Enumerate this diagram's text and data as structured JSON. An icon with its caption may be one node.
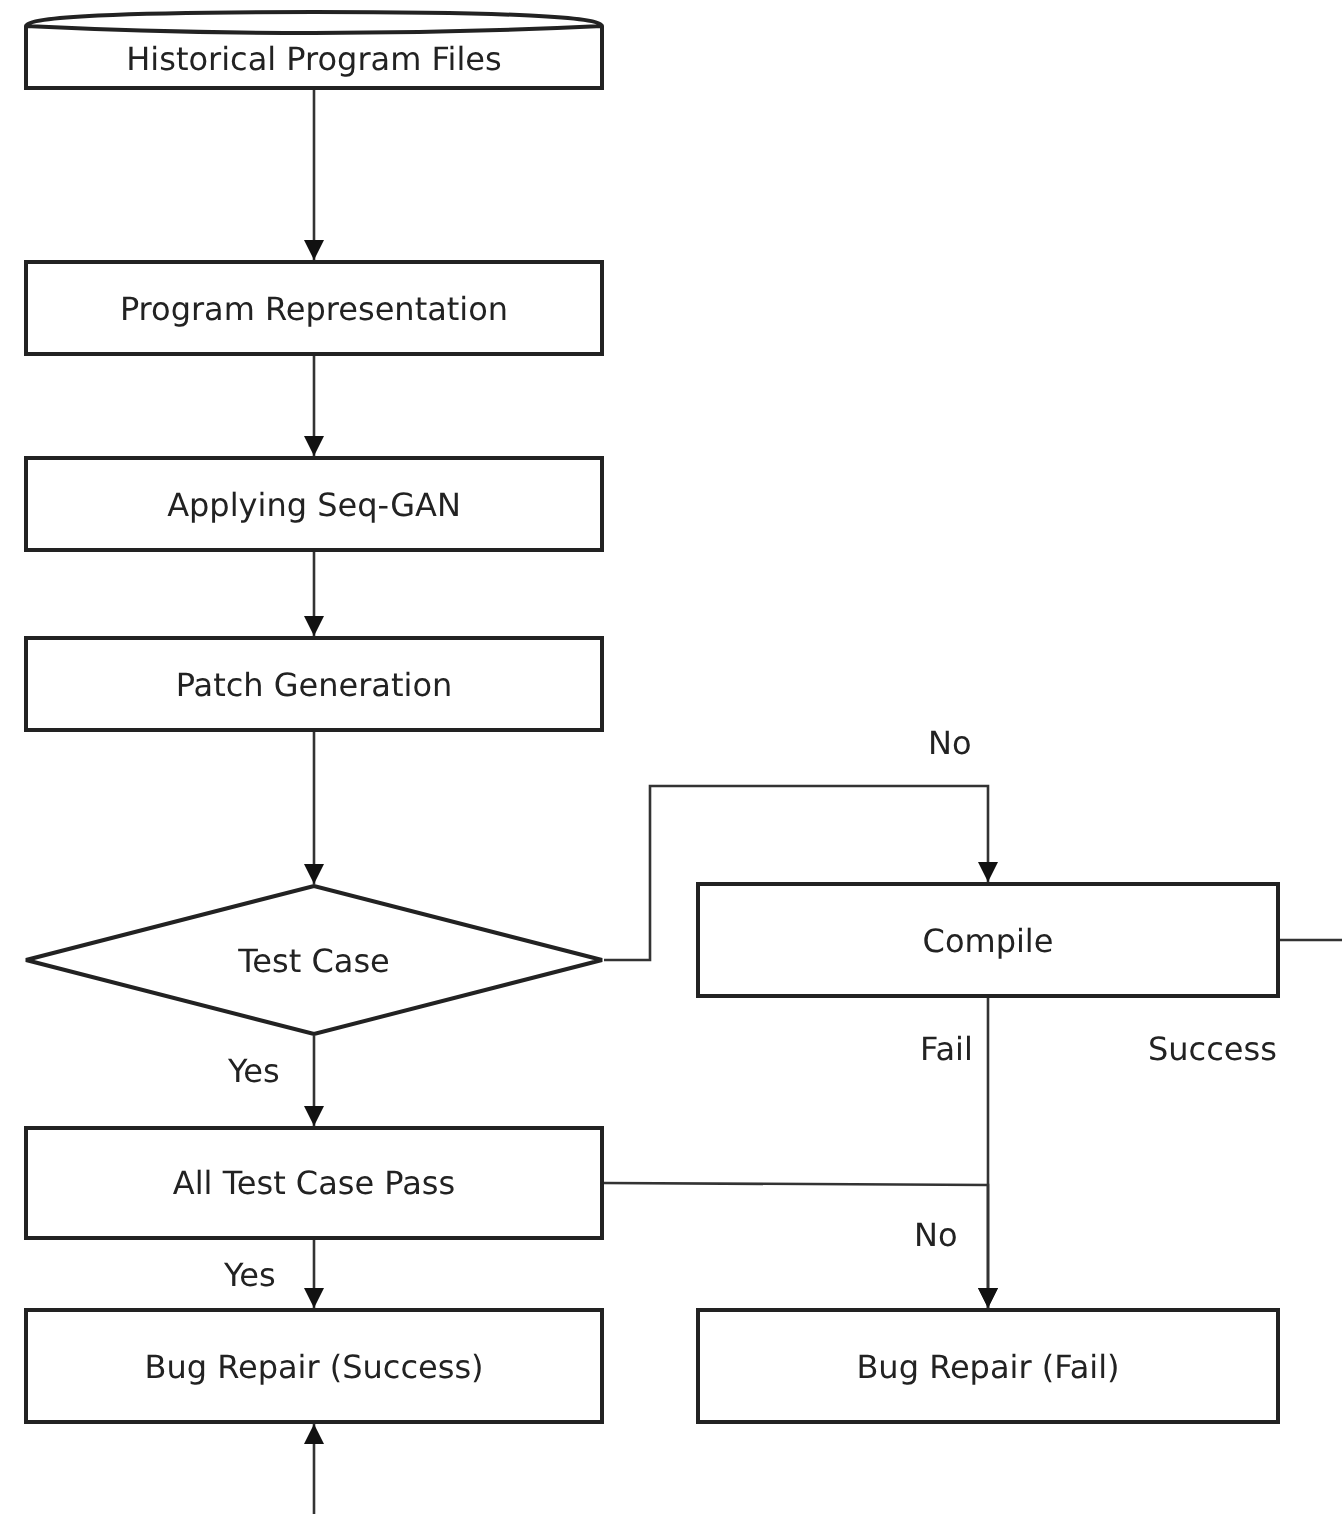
{
  "diagram": {
    "nodes": [
      {
        "text": [
          "Historical Program Files"
        ]
      },
      {
        "text": [
          "Program Representation"
        ]
      },
      {
        "text": [
          "Applying Seq-GAN"
        ]
      },
      {
        "text": [
          "Patch Generation"
        ]
      },
      {
        "text": [
          "Test Case"
        ]
      },
      {
        "text": [
          "Compile"
        ]
      },
      {
        "text": [
          "All Test Case Pass"
        ]
      },
      {
        "text": [
          "Bug Repair (Success)"
        ]
      },
      {
        "text": [
          "Bug Repair (Fail)"
        ]
      }
    ],
    "edges": [
      {
        "from": 0,
        "to": 1,
        "arrow": "to"
      },
      {
        "from": 1,
        "to": 2,
        "arrow": "to"
      },
      {
        "from": 2,
        "to": 3,
        "arrow": "to"
      },
      {
        "from": 3,
        "to": 4,
        "arrow": "to"
      },
      {
        "from": 4,
        "to": 5,
        "label": "No",
        "arrow": "to"
      },
      {
        "from": 4,
        "to": 6,
        "label": "Yes",
        "arrow": "to"
      },
      {
        "from": 6,
        "to": 7,
        "label": "Yes",
        "arrow": "to"
      },
      {
        "from": 5,
        "to": 8,
        "label": "Fail",
        "arrow": "to"
      },
      {
        "from": 6,
        "to": 8,
        "label": "No",
        "arrow": "to"
      },
      {
        "from": 5,
        "to": null,
        "label": "Success",
        "arrow": "none"
      },
      {
        "from": null,
        "to": 7,
        "arrow": "to"
      }
    ]
  }
}
